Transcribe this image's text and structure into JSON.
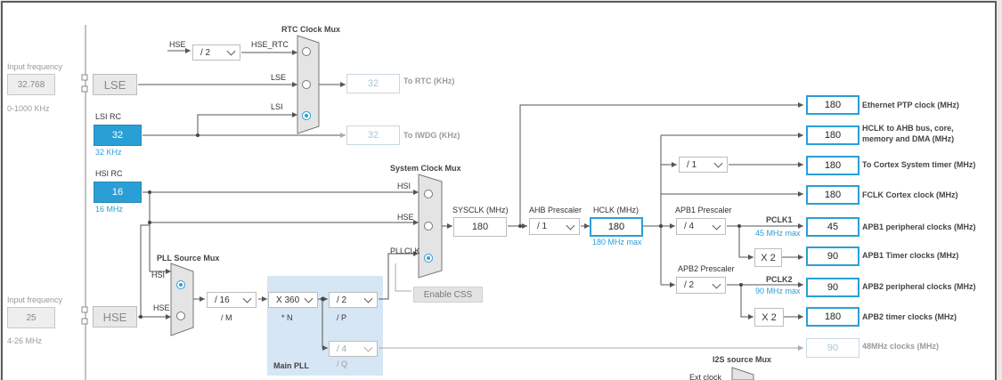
{
  "lse_input": {
    "label": "Input frequency",
    "value": "32.768",
    "range": "0-1000 KHz"
  },
  "hse_input": {
    "label": "Input frequency",
    "value": "25",
    "range": "4-26 MHz"
  },
  "lse": {
    "label": "LSE"
  },
  "hse": {
    "label": "HSE"
  },
  "lsi": {
    "title": "LSI RC",
    "value": "32",
    "unit": "32 KHz"
  },
  "hsi": {
    "title": "HSI RC",
    "value": "16",
    "unit": "16 MHz"
  },
  "rtc_mux": {
    "title": "RTC Clock Mux",
    "hse_label": "HSE",
    "hse_div": "/ 2",
    "hse_rtc": "HSE_RTC",
    "lse_label": "LSE",
    "lsi_label": "LSI"
  },
  "rtc_out": {
    "value": "32",
    "label": "To RTC (KHz)"
  },
  "iwdg_out": {
    "value": "32",
    "label": "To IWDG (KHz)"
  },
  "pll_src_mux": {
    "title": "PLL Source Mux",
    "hsi_label": "HSI",
    "hse_label": "HSE"
  },
  "pll": {
    "title": "Main PLL",
    "m": "/ 16",
    "m_label": "/ M",
    "n": "X 360",
    "n_label": "* N",
    "p": "/ 2",
    "p_label": "/ P",
    "q": "/ 4",
    "q_label": "/ Q"
  },
  "sys_mux": {
    "title": "System Clock Mux",
    "hsi": "HSI",
    "hse": "HSE",
    "pllclk": "PLLCLK",
    "enable_css": "Enable CSS"
  },
  "sysclk": {
    "label": "SYSCLK (MHz)",
    "value": "180"
  },
  "ahb": {
    "label": "AHB Prescaler",
    "value": "/ 1"
  },
  "hclk": {
    "label": "HCLK (MHz)",
    "value": "180",
    "max": "180 MHz max"
  },
  "cortex_div": {
    "value": "/ 1"
  },
  "apb1": {
    "label": "APB1 Prescaler",
    "value": "/ 4",
    "pclk": "PCLK1",
    "max": "45 MHz max",
    "timer_mult": "X 2"
  },
  "apb2": {
    "label": "APB2 Prescaler",
    "value": "/ 2",
    "pclk": "PCLK2",
    "max": "90 MHz max",
    "timer_mult": "X 2"
  },
  "outputs": [
    {
      "value": "180",
      "label": "Ethernet PTP clock (MHz)"
    },
    {
      "value": "180",
      "label": "HCLK to AHB bus, core,",
      "label2": "memory and DMA (MHz)"
    },
    {
      "value": "180",
      "label": "To Cortex System timer (MHz)"
    },
    {
      "value": "180",
      "label": "FCLK Cortex clock (MHz)"
    },
    {
      "value": "45",
      "label": "APB1 peripheral clocks (MHz)"
    },
    {
      "value": "90",
      "label": "APB1 Timer clocks (MHz)"
    },
    {
      "value": "90",
      "label": "APB2 peripheral clocks (MHz)"
    },
    {
      "value": "180",
      "label": "APB2 timer clocks (MHz)"
    },
    {
      "value": "90",
      "label": "48MHz clocks (MHz)"
    }
  ],
  "i2s": {
    "title": "I2S source Mux",
    "ext": "Ext clock"
  },
  "colors": {
    "accent": "#2a9fd6",
    "pll_bg": "#d6e6f4",
    "line": "#555555"
  }
}
